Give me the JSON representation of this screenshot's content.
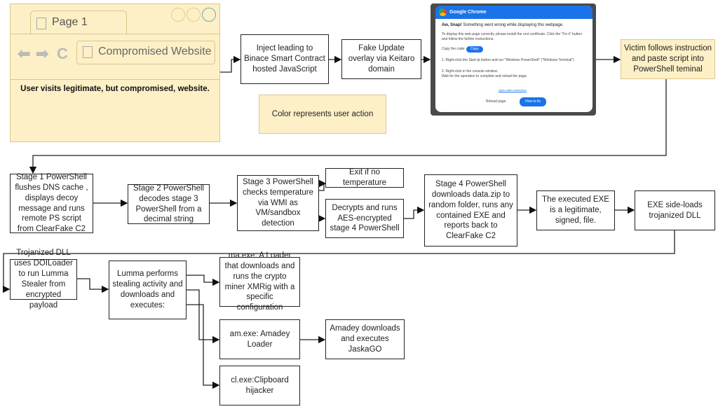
{
  "browser": {
    "tab_label": "Page 1",
    "url": "Compromised Website",
    "caption": "User visits legitimate, but compromised, website."
  },
  "legend": {
    "text": "Color represents user action",
    "color": "#fdf0c6"
  },
  "chrome_popup": {
    "title": "Google Chrome",
    "heading_bold": "Aw, Snap!",
    "heading_rest": " Something went wrong while displaying this webpage.",
    "instructions": "To display this web page correctly, please install the root certificate. Click the \"Fix it\" button and follow the further instructions.",
    "copy_label": "Copy the code:",
    "copy_button": "Copy",
    "step1": "1. Right-click the Start ⊞ button and run \"Windows PowerShell\" (\"Windows Terminal\")",
    "step2": "2. Right-click in the console window.",
    "step3": "Wait for the operation to complete and reload the page.",
    "link": "Open video instruction",
    "reload_button": "Reload page",
    "fix_button": "How to fix"
  },
  "nodes": {
    "inject": "Inject leading to Binace Smart Contract hosted JavaScript",
    "fake_update": "Fake Update overlay via Keitaro domain",
    "victim": "Victim follows instruction and paste script into PowerShell teminal",
    "stage1": "Stage 1 PowerShell flushes DNS cache , displays decoy message and runs remote PS script from ClearFake C2",
    "stage2": "Stage 2 PowerShell decodes stage 3 PowerShell from a decimal string",
    "stage3": "Stage 3 PowerShell checks temperature via WMI as VM/sandbox detection",
    "exit": "Exit if no temperature",
    "decrypts": "Decrypts and runs AES-encrypted stage 4 PowerShell",
    "stage4": "Stage 4 PowerShell downloads data.zip to random folder, runs any contained EXE and reports back to ClearFake C2",
    "exe_legit": "The executed EXE is a legitimate, signed, file.",
    "sideload": "EXE side-loads trojanized DLL",
    "trojanized": "Trojanized DLL uses DOILoader to run Lumma Stealer from encrypted payload",
    "lumma": "Lumma performs stealing activity and downloads and executes:",
    "ma": "ma.exe: A Loader that downloads and runs the crypto miner XMRig with a specific configuration",
    "am": "am.exe: Amadey Loader",
    "amadey_dl": "Amadey downloads and executes JaskaGO",
    "cl": "cl.exe:Clipboard hijacker"
  }
}
